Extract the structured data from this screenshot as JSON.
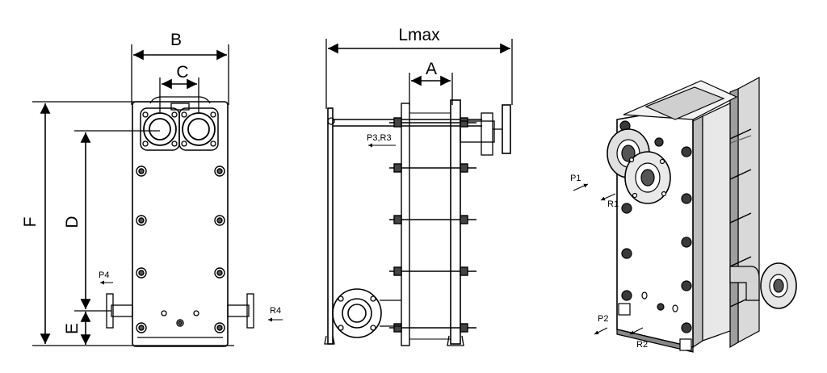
{
  "dimensions": {
    "B": "B",
    "C": "C",
    "F": "F",
    "D": "D",
    "E": "E",
    "Lmax": "Lmax",
    "A": "A"
  },
  "ports": {
    "p4": "P4",
    "r4": "R4",
    "p3r3": "P3,R3",
    "p1": "P1",
    "r1": "R1",
    "p2": "P2",
    "r2": "R2"
  },
  "colors": {
    "line": "#000000",
    "shade": "#bdbdbd",
    "dark": "#3a3a3a"
  }
}
